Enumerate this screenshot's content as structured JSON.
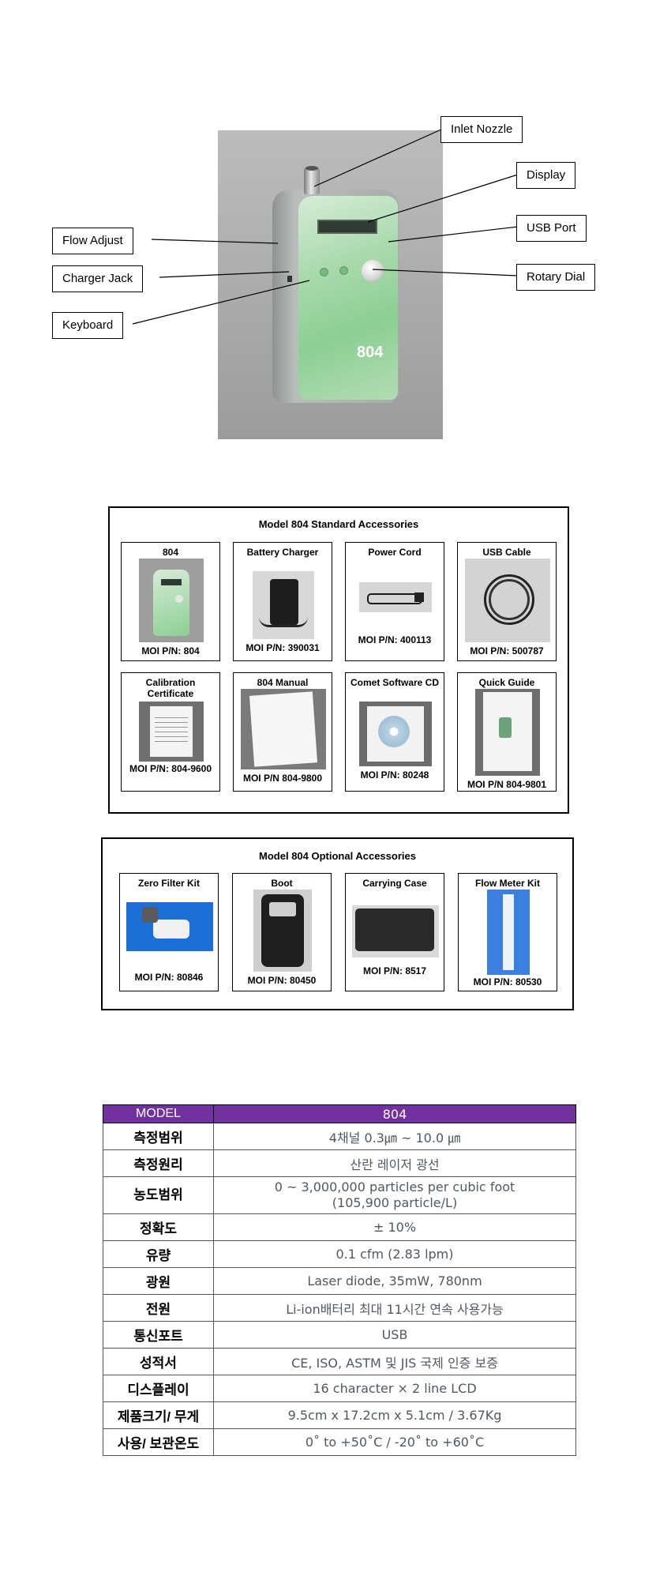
{
  "device_callouts": {
    "inlet_nozzle": "Inlet Nozzle",
    "display": "Display",
    "usb_port": "USB Port",
    "rotary_dial": "Rotary Dial",
    "flow_adjust": "Flow Adjust",
    "charger_jack": "Charger Jack",
    "keyboard": "Keyboard",
    "device_model_print": "804"
  },
  "standard_accessories": {
    "title": "Model 804 Standard Accessories",
    "items": [
      {
        "label": "804",
        "pn": "MOI P/N: 804"
      },
      {
        "label": "Battery Charger",
        "pn": "MOI P/N: 390031"
      },
      {
        "label": "Power Cord",
        "pn": "MOI P/N: 400113"
      },
      {
        "label": "USB Cable",
        "pn": "MOI P/N: 500787"
      },
      {
        "label": "Calibration Certificate",
        "pn": "MOI P/N: 804-9600"
      },
      {
        "label": "804 Manual",
        "pn": "MOI P/N 804-9800"
      },
      {
        "label": "Comet Software CD",
        "pn": "MOI P/N: 80248"
      },
      {
        "label": "Quick Guide",
        "pn": "MOI P/N 804-9801"
      }
    ]
  },
  "optional_accessories": {
    "title": "Model 804 Optional Accessories",
    "items": [
      {
        "label": "Zero Filter Kit",
        "pn": "MOI P/N: 80846"
      },
      {
        "label": "Boot",
        "pn": "MOI P/N: 80450"
      },
      {
        "label": "Carrying Case",
        "pn": "MOI P/N: 8517"
      },
      {
        "label": "Flow Meter Kit",
        "pn": "MOI P/N: 80530"
      }
    ]
  },
  "spec_table": {
    "header": {
      "key": "MODEL",
      "value": "804"
    },
    "rows": [
      {
        "key": "측정범위",
        "value": "4채널 0.3㎛ ~ 10.0 ㎛"
      },
      {
        "key": "측정원리",
        "value": "산란 레이저 광선"
      },
      {
        "key": "농도범위",
        "value": "0 ~ 3,000,000 particles per cubic foot",
        "value2": "(105,900 particle/L)"
      },
      {
        "key": "정확도",
        "value": "± 10%"
      },
      {
        "key": "유량",
        "value": "0.1 cfm (2.83 lpm)"
      },
      {
        "key": "광원",
        "value": "Laser diode, 35mW, 780nm"
      },
      {
        "key": "전원",
        "value": "Li-ion배터리 최대 11시간 연속 사용가능"
      },
      {
        "key": "통신포트",
        "value": "USB"
      },
      {
        "key": "성적서",
        "value": "CE, ISO, ASTM 및 JIS 국제 인증 보증"
      },
      {
        "key": "디스플레이",
        "value": "16 character × 2 line LCD"
      },
      {
        "key": "제품크기/ 무게",
        "value": "9.5cm x 17.2cm x 5.1cm / 3.67Kg"
      },
      {
        "key": "사용/ 보관온도",
        "value": "0˚ to +50˚C / -20˚ to +60˚C"
      }
    ]
  },
  "colors": {
    "table_header": "#7132a0",
    "device_green": "#8ccf93"
  }
}
